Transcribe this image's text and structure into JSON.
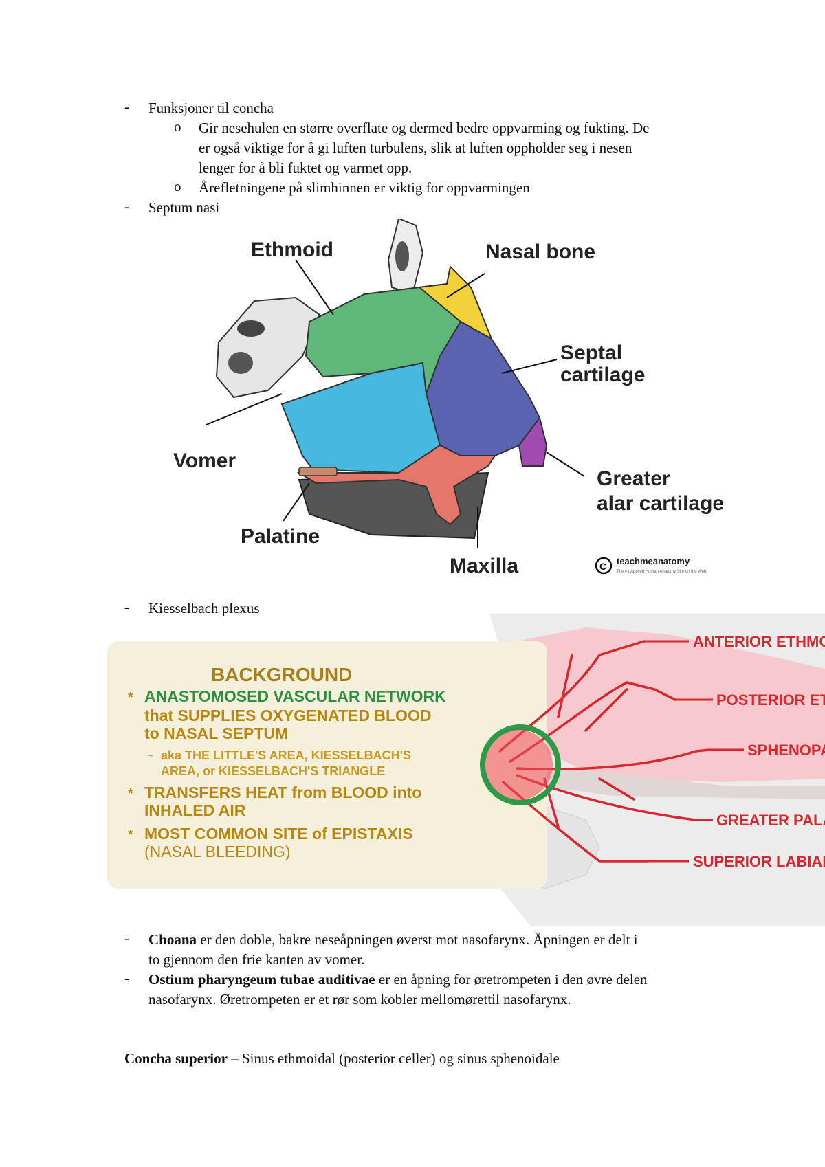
{
  "list1": {
    "item1": "Funksjoner til concha",
    "sub1_line1": "Gir nesehulen en større overflate og dermed bedre oppvarming og fukting. De",
    "sub1_line2": "er også viktige for å gi luften turbulens, slik at luften oppholder seg i nesen",
    "sub1_line3": "lenger for å bli fuktet og varmet opp.",
    "sub2": "Årefletningene på slimhinnen er viktig for oppvarmingen",
    "item2": "Septum nasi"
  },
  "septum_figure": {
    "labels": {
      "ethmoid": "Ethmoid",
      "nasal_bone": "Nasal bone",
      "septal_line1": "Septal",
      "septal_line2": "cartilage",
      "vomer": "Vomer",
      "greater_line1": "Greater",
      "greater_line2": "alar cartilage",
      "palatine": "Palatine",
      "maxilla": "Maxilla"
    },
    "credit": "teachmeanatomy",
    "credit_sub": "The #1 Applied Human Anatomy Site on the Web.",
    "colors": {
      "ethmoid": "#5fb77a",
      "nasal_bone": "#f2d13a",
      "septal_cartilage": "#5a63b0",
      "vomer": "#47b8e0",
      "greater_alar": "#a14ab0",
      "maxilla": "#e5766c"
    }
  },
  "list2": {
    "item3": "Kiesselbach plexus"
  },
  "kiesselbach_figure": {
    "title": "BACKGROUND",
    "b1_line1": "ANASTOMOSED VASCULAR NETWORK",
    "b1_line2": "that SUPPLIES OXYGENATED BLOOD",
    "b1_line3": "to NASAL SEPTUM",
    "aka_line1": "aka THE LITTLE'S AREA, KIESSELBACH'S",
    "aka_line2": "AREA, or KIESSELBACH'S TRIANGLE",
    "b2_line1": "TRANSFERS HEAT from BLOOD into",
    "b2_line2": "INHALED AIR",
    "b3_line1": "MOST COMMON SITE of EPISTAXIS",
    "b3_line2": "(NASAL BLEEDING)",
    "arteries": [
      "ANTERIOR ETHMOID A",
      "POSTERIOR ETHMO",
      "SPHENOPALAT",
      "GREATER PALATIN",
      "SUPERIOR LABIAL ART"
    ],
    "colors": {
      "artery": "#d8282f",
      "circle": "#2e9a48",
      "panel": "#f4f0dc"
    }
  },
  "list3": {
    "choana_bold": "Choana",
    "choana_rest1": " er den doble, bakre neseåpningen øverst mot nasofarynx. Åpningen er delt i",
    "choana_line2": "to gjennom den frie kanten av vomer.",
    "ostium_bold": "Ostium pharyngeum tubae auditivae",
    "ostium_rest1": " er en åpning for øretrompeten i den øvre delen",
    "ostium_line2": "nasofarynx. Øretrompeten er et rør som kobler mellomørettil nasofarynx."
  },
  "concha": {
    "bold": "Concha superior",
    "rest": " – Sinus ethmoidal (posterior celler) og sinus sphenoidale"
  }
}
